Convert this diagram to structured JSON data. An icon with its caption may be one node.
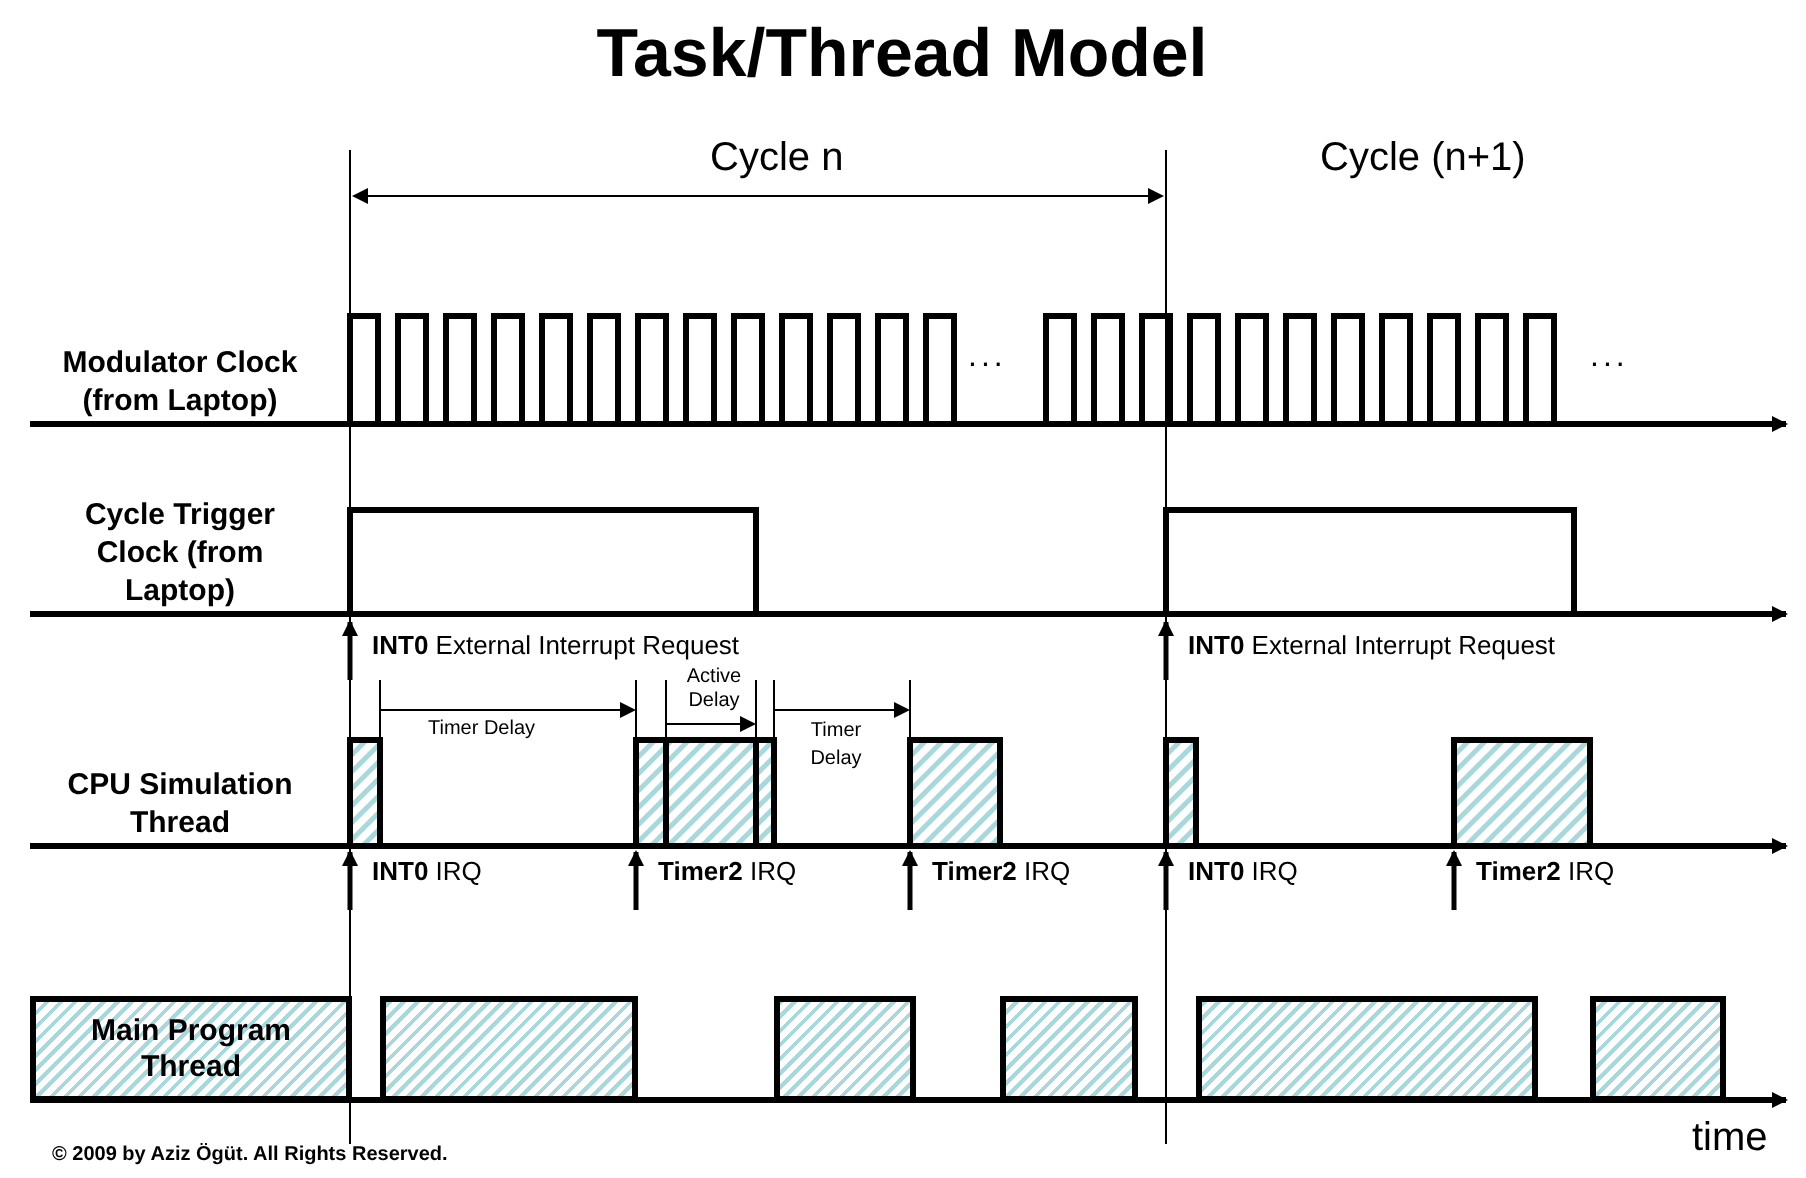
{
  "diagram": {
    "title": "Task/Thread Model",
    "nodes": [
      {
        "text": [
          "Main Program Thread"
        ]
      },
      {
        "text": [],
        "shape": "box"
      },
      {
        "text": [],
        "shape": "box"
      },
      {
        "text": [],
        "shape": "box"
      },
      {
        "text": [],
        "shape": "box"
      },
      {
        "text": [],
        "shape": "box"
      }
    ],
    "edges": [],
    "labels": [
      "Cycle n",
      "Cycle (n+1)",
      "Modulator Clock (from Laptop)",
      "...",
      "...",
      "Cycle Trigger Clock (from Laptop)",
      "**INT0** External Interrupt Request",
      "**INT0** External Interrupt Request",
      "Active Delay",
      "Timer Delay",
      "Timer Delay",
      "CPU Simulation Thread",
      "**INT0** IRQ",
      "**Timer2** IRQ",
      "**Timer2** IRQ",
      "**INT0** IRQ",
      "**Timer2** IRQ",
      "time",
      "© 2009 by Aziz Ögüt. All Rights Reserved."
    ]
  }
}
